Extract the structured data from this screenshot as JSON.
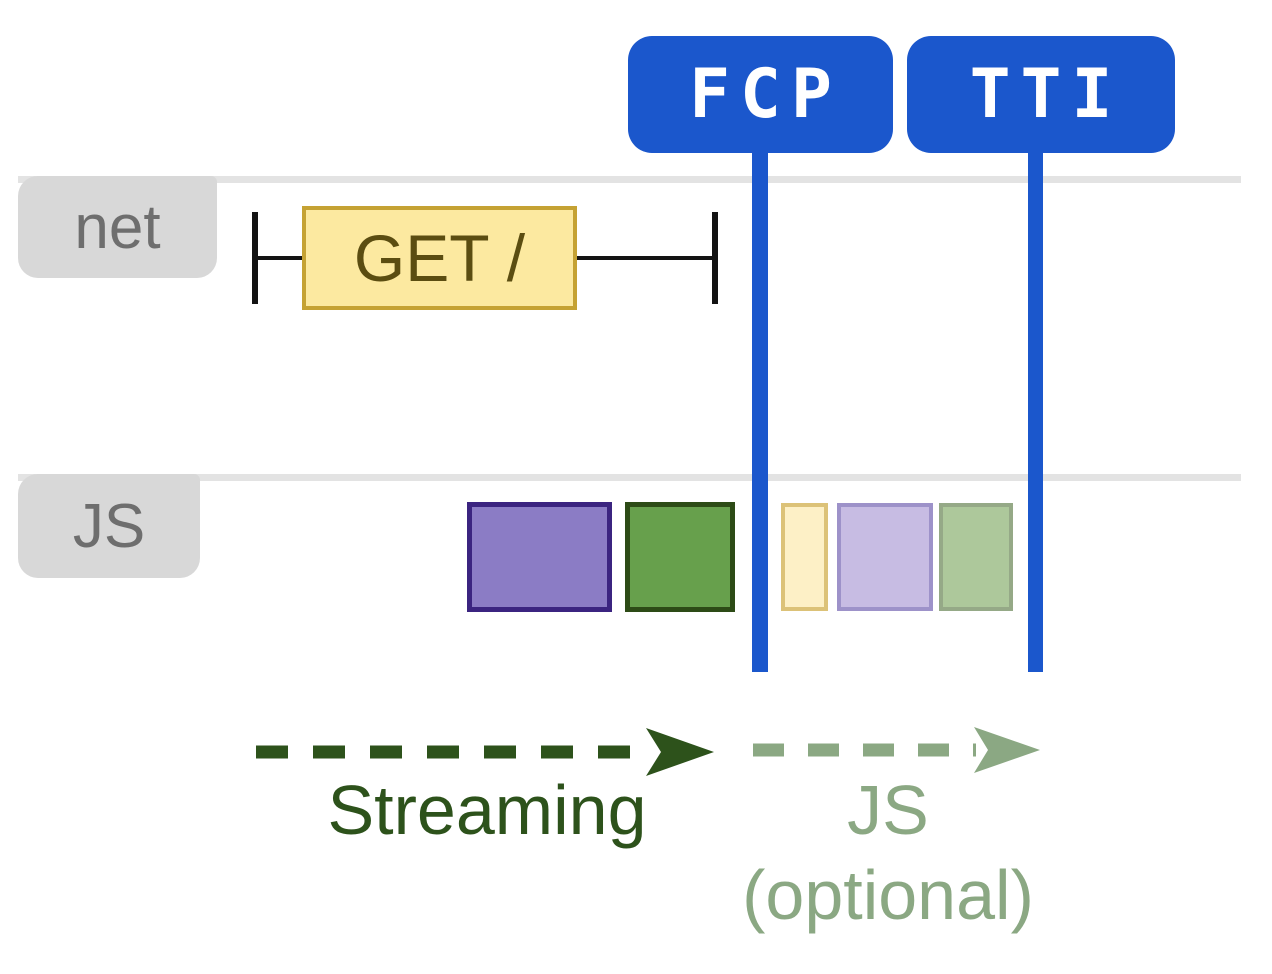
{
  "diagram": {
    "markers": [
      {
        "id": "fcp",
        "label": "FCP"
      },
      {
        "id": "tti",
        "label": "TTI"
      }
    ],
    "lanes": [
      {
        "id": "net",
        "label": "net"
      },
      {
        "id": "js",
        "label": "JS"
      }
    ],
    "network_request": {
      "label": "GET /"
    },
    "js_tasks": {
      "before_fcp": [
        {
          "name": "js-task-purple",
          "fill": "#8b7cc5",
          "border": "#3b2480"
        },
        {
          "name": "js-task-green",
          "fill": "#67a04c",
          "border": "#2d4b16"
        }
      ],
      "after_fcp_optional": [
        {
          "name": "optional-js-task-yellow",
          "fill": "#fdf0c6",
          "border": "#dcc278"
        },
        {
          "name": "optional-js-task-purple",
          "fill": "#c7bce3",
          "border": "#9d92c9"
        },
        {
          "name": "optional-js-task-green",
          "fill": "#adc89b",
          "border": "#95a987"
        }
      ]
    },
    "annotations": {
      "streaming": {
        "label": "Streaming",
        "color": "#2d521b"
      },
      "js_optional": {
        "line1": "JS",
        "line2": "(optional)",
        "color": "#8ba883"
      }
    },
    "colors": {
      "marker_blue": "#1b57cc",
      "lane_line": "#e3e3e3",
      "lane_tab_bg": "#d8d8d8",
      "lane_tab_text": "#6e6e6e",
      "request_fill": "#fce9a0",
      "request_border": "#c5a233",
      "request_text": "#5b4d11",
      "whisker": "#131313"
    }
  }
}
